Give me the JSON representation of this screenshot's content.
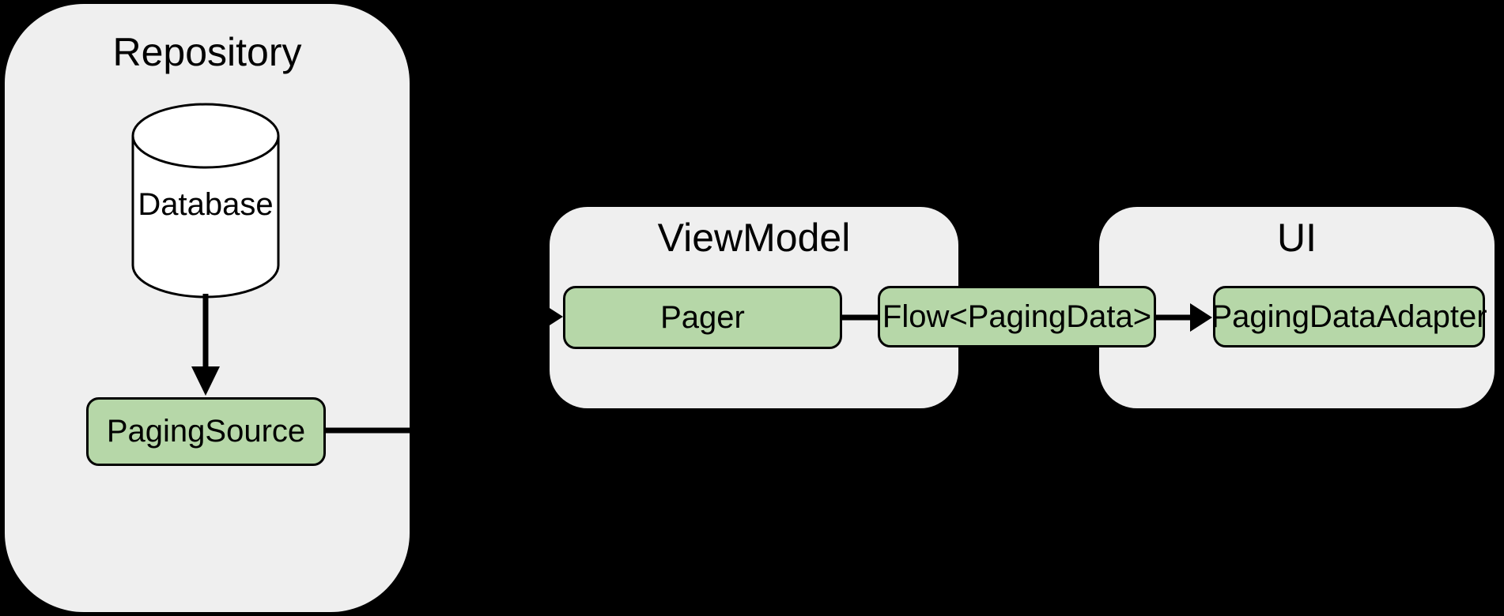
{
  "diagram": {
    "description": "Paging library architecture diagram",
    "colors": {
      "background": "#000000",
      "container_fill": "#efefef",
      "node_fill": "#b6d7a8",
      "stroke": "#000000",
      "cylinder_fill": "#ffffff"
    },
    "containers": {
      "repository": {
        "title": "Repository"
      },
      "viewmodel": {
        "title": "ViewModel"
      },
      "ui": {
        "title": "UI"
      }
    },
    "nodes": {
      "database": {
        "label": "Database",
        "shape": "cylinder"
      },
      "paging_source": {
        "label": "PagingSource",
        "shape": "rounded-rect"
      },
      "pager": {
        "label": "Pager",
        "shape": "rounded-rect"
      },
      "flow": {
        "label": "Flow<PagingData>",
        "shape": "rounded-rect"
      },
      "adapter": {
        "label": "PagingDataAdapter",
        "shape": "rounded-rect"
      }
    },
    "edges": [
      {
        "from": "Database",
        "to": "PagingSource",
        "style": "arrow"
      },
      {
        "from": "PagingSource",
        "to": "Pager",
        "style": "arrow"
      },
      {
        "from": "Pager",
        "to": "Flow<PagingData>",
        "style": "line"
      },
      {
        "from": "Flow<PagingData>",
        "to": "PagingDataAdapter",
        "style": "arrow"
      }
    ]
  }
}
